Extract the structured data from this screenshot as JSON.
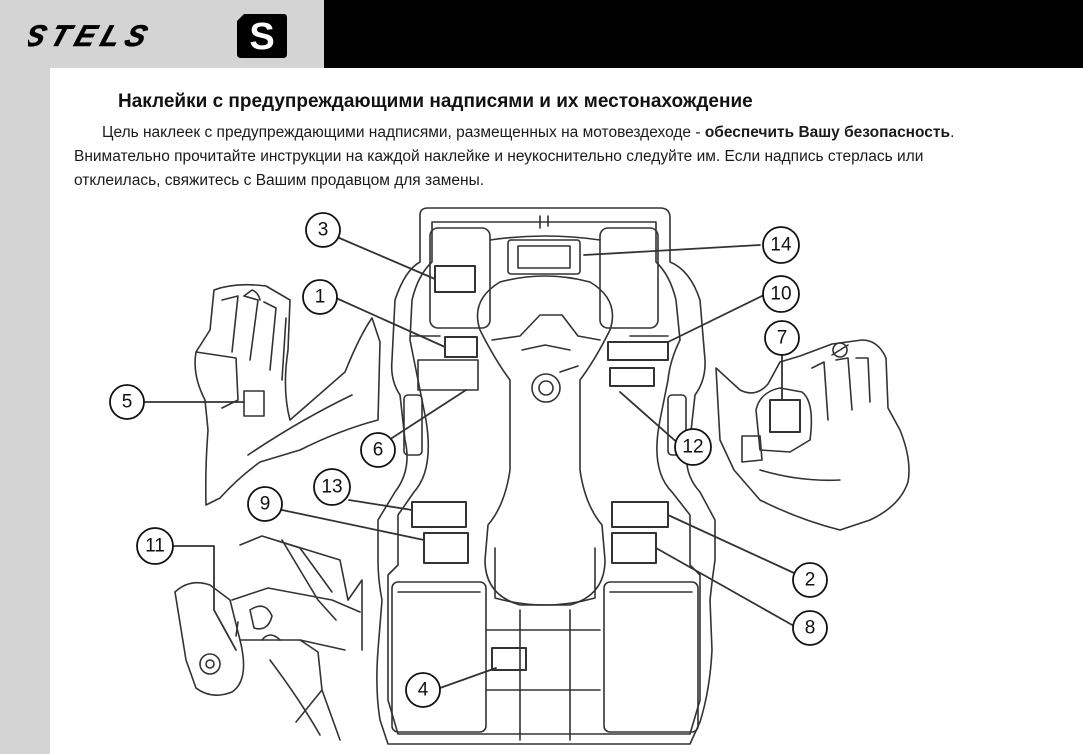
{
  "header": {
    "brand_wordmark": "STELS",
    "brand_emblem": "S"
  },
  "page_title": "Наклейки с предупреждающими надписями и их местонахождение",
  "intro": {
    "part1": "Цель наклеек с предупреждающими надписями, размещенных на мотовездеходе - ",
    "bold1": "обеспечить Вашу безопасность",
    "part2": ".  Внимательно  прочитайте  инструкции на каждой наклейке и неукоснительно следуйте им. Если надпись стерлась или отклеилась, свяжитесь с  Вашим  продавцом  для замены."
  },
  "callouts": {
    "c1": "1",
    "c2": "2",
    "c3": "3",
    "c4": "4",
    "c5": "5",
    "c6": "6",
    "c7": "7",
    "c8": "8",
    "c9": "9",
    "c10": "10",
    "c11": "11",
    "c12": "12",
    "c13": "13",
    "c14": "14"
  },
  "colors": {
    "header_black": "#000000",
    "side_gray": "#d4d4d4",
    "line_art": "#333333"
  }
}
